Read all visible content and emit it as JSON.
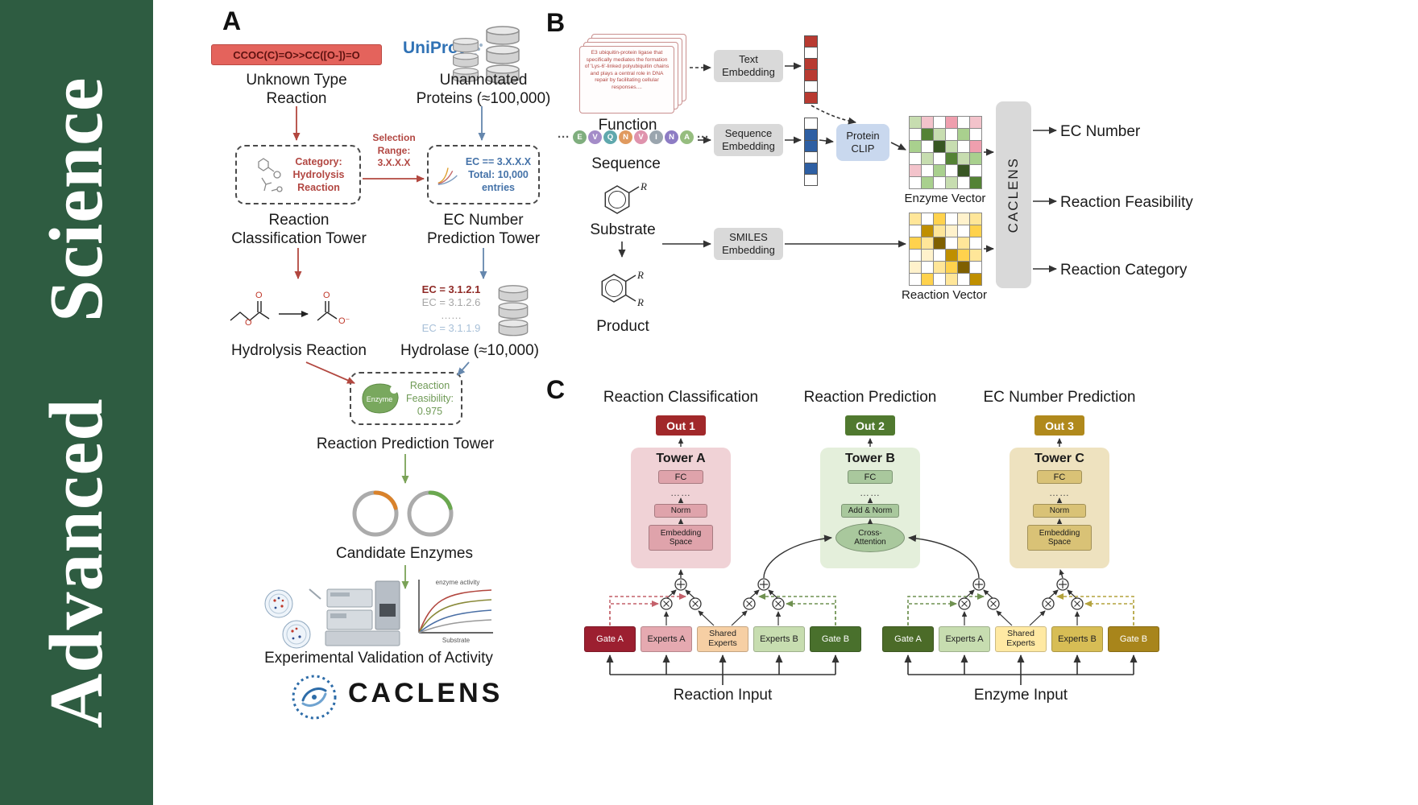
{
  "journal": {
    "title": "Advanced Science",
    "bg_color": "#2e5c41"
  },
  "panelA": {
    "label": "A",
    "smiles": "CCOC(C)=O>>CC([O-])=O",
    "unknown_reaction_label": "Unknown Type\nReaction",
    "uniprot_label": "UniProt",
    "unannotated_label": "Unannotated\nProteins (≈100,000)",
    "category_text": "Category:\nHydrolysis\nReaction",
    "selection_text": "Selection\nRange:\n3.X.X.X",
    "ec_filter_text": "EC == 3.X.X.X\nTotal: 10,000\nentries",
    "classification_tower_label": "Reaction\nClassification Tower",
    "ec_tower_label": "EC Number\nPrediction Tower",
    "hydrolysis_label": "Hydrolysis Reaction",
    "atom_o": "O",
    "atom_o_minus": "O⁻",
    "ec_list": [
      {
        "text": "EC = 3.1.2.1",
        "color": "#8f2a26"
      },
      {
        "text": "EC = 3.1.2.6",
        "color": "#a6a6a6"
      },
      {
        "text": "……",
        "color": "#a6a6a6"
      },
      {
        "text": "EC = 3.1.1.9",
        "color": "#a8c0d8"
      }
    ],
    "hydrolase_label": "Hydrolase (≈10,000)",
    "enzyme_blob_label": "Enzyme",
    "feasibility_text": "Reaction\nFeasibility:\n0.975",
    "prediction_tower_label": "Reaction Prediction Tower",
    "candidate_label": "Candidate Enzymes",
    "validation_label": "Experimental Validation of Activity",
    "activity_note": "enzyme activity",
    "activity_axis": "Substrate",
    "logo_text": "CACLENS"
  },
  "panelB": {
    "label": "B",
    "function_card_text": "E3 ubiquitin-protein ligase that specifically mediates the formation of 'Lys-6'-linked polyubiquitin chains and plays a central role in DNA repair by facilitating cellular responses....",
    "function_label": "Function",
    "ellipsis": "···",
    "sequence_letters": [
      {
        "letter": "E",
        "color": "#7fae7e"
      },
      {
        "letter": "V",
        "color": "#a48cc8"
      },
      {
        "letter": "Q",
        "color": "#5fa8ad"
      },
      {
        "letter": "N",
        "color": "#e09a5f"
      },
      {
        "letter": "V",
        "color": "#df93ad"
      },
      {
        "letter": "I",
        "color": "#9aa5ae"
      },
      {
        "letter": "N",
        "color": "#8d7cc4"
      },
      {
        "letter": "A",
        "color": "#96bd7f"
      }
    ],
    "sequence_label": "Sequence",
    "substrate_label": "Substrate",
    "product_label": "Product",
    "r_label": "R",
    "text_embedding_label": "Text\nEmbedding",
    "sequence_embedding_label": "Sequence\nEmbedding",
    "smiles_embedding_label": "SMILES\nEmbedding",
    "protein_clip_label": "Protein\nCLIP",
    "enzyme_vector_label": "Enzyme Vector",
    "reaction_vector_label": "Reaction Vector",
    "caclens_label": "CACLENS",
    "outputs": [
      "EC Number",
      "Reaction Feasibility",
      "Reaction Category"
    ],
    "text_vector": [
      "#b83a31",
      "#ffffff",
      "#b83a31",
      "#b83a31",
      "#ffffff",
      "#b83a31"
    ],
    "sequence_vector": [
      "#ffffff",
      "#2e5fa3",
      "#2e5fa3",
      "#ffffff",
      "#2e5fa3",
      "#ffffff"
    ],
    "enzyme_matrix": [
      [
        "#c7ddb0",
        "#f3c3cb",
        "#ffffff",
        "#ef9fae",
        "#ffffff",
        "#f3c3cb"
      ],
      [
        "#ffffff",
        "#548235",
        "#c7ddb0",
        "#ffffff",
        "#a9d08e",
        "#ffffff"
      ],
      [
        "#a9d08e",
        "#ffffff",
        "#375623",
        "#c7ddb0",
        "#ffffff",
        "#ef9fae"
      ],
      [
        "#ffffff",
        "#c7ddb0",
        "#ffffff",
        "#548235",
        "#c7ddb0",
        "#a9d08e"
      ],
      [
        "#f3c3cb",
        "#ffffff",
        "#a9d08e",
        "#ffffff",
        "#375623",
        "#ffffff"
      ],
      [
        "#ffffff",
        "#a9d08e",
        "#ffffff",
        "#c7ddb0",
        "#ffffff",
        "#548235"
      ]
    ],
    "reaction_matrix": [
      [
        "#ffe699",
        "#ffffff",
        "#ffd24d",
        "#ffffff",
        "#fff2cc",
        "#ffe699"
      ],
      [
        "#ffffff",
        "#bf8f00",
        "#ffe699",
        "#fff2cc",
        "#ffffff",
        "#ffd24d"
      ],
      [
        "#ffd24d",
        "#ffe699",
        "#7f6000",
        "#ffffff",
        "#ffe699",
        "#ffffff"
      ],
      [
        "#ffffff",
        "#fff2cc",
        "#ffffff",
        "#bf8f00",
        "#ffd24d",
        "#ffe699"
      ],
      [
        "#fff2cc",
        "#ffffff",
        "#ffe699",
        "#ffd24d",
        "#7f6000",
        "#ffffff"
      ],
      [
        "#ffffff",
        "#ffd24d",
        "#ffffff",
        "#ffe699",
        "#ffffff",
        "#bf8f00"
      ]
    ]
  },
  "panelC": {
    "label": "C",
    "columns": [
      {
        "title": "Reaction Classification",
        "out": "Out 1",
        "out_color": "#a1282a",
        "tower": "Tower A",
        "tower_bg": "#f0d2d6",
        "block_bg": "#dfa3ab",
        "fc": "FC",
        "dots": "……",
        "norm": "Norm",
        "bottom": "Embedding\nSpace"
      },
      {
        "title": "Reaction Prediction",
        "out": "Out 2",
        "out_color": "#50792f",
        "tower": "Tower B",
        "tower_bg": "#e4efdb",
        "block_bg": "#a9c89d",
        "fc": "FC",
        "dots": "……",
        "norm": "Add & Norm",
        "bottom": "Cross-\nAttention"
      },
      {
        "title": "EC Number Prediction",
        "out": "Out 3",
        "out_color": "#b0891c",
        "tower": "Tower C",
        "tower_bg": "#eee2bf",
        "block_bg": "#d9c276",
        "fc": "FC",
        "dots": "……",
        "norm": "Norm",
        "bottom": "Embedding\nSpace"
      }
    ],
    "moe": {
      "reaction": {
        "gate_a": {
          "label": "Gate A",
          "bg": "#9c1f30",
          "fg": "#ffffff"
        },
        "experts_a": {
          "label": "Experts A",
          "bg": "#e5a9b0",
          "fg": "#222222"
        },
        "shared": {
          "label": "Shared\nExperts",
          "bg": "#f6cfa4",
          "fg": "#222222"
        },
        "experts_b": {
          "label": "Experts B",
          "bg": "#c7ddb0",
          "fg": "#222222"
        },
        "gate_b": {
          "label": "Gate B",
          "bg": "#49702c",
          "fg": "#ffffff"
        },
        "input_label": "Reaction Input"
      },
      "enzyme": {
        "gate_a": {
          "label": "Gate A",
          "bg": "#4b6b28",
          "fg": "#ffffff"
        },
        "experts_a": {
          "label": "Experts A",
          "bg": "#c7ddb0",
          "fg": "#222222"
        },
        "shared": {
          "label": "Shared\nExperts",
          "bg": "#ffe9a3",
          "fg": "#222222"
        },
        "experts_b": {
          "label": "Experts B",
          "bg": "#d7bd55",
          "fg": "#222222"
        },
        "gate_b": {
          "label": "Gate B",
          "bg": "#a8851b",
          "fg": "#ffffff"
        },
        "input_label": "Enzyme Input"
      }
    }
  }
}
